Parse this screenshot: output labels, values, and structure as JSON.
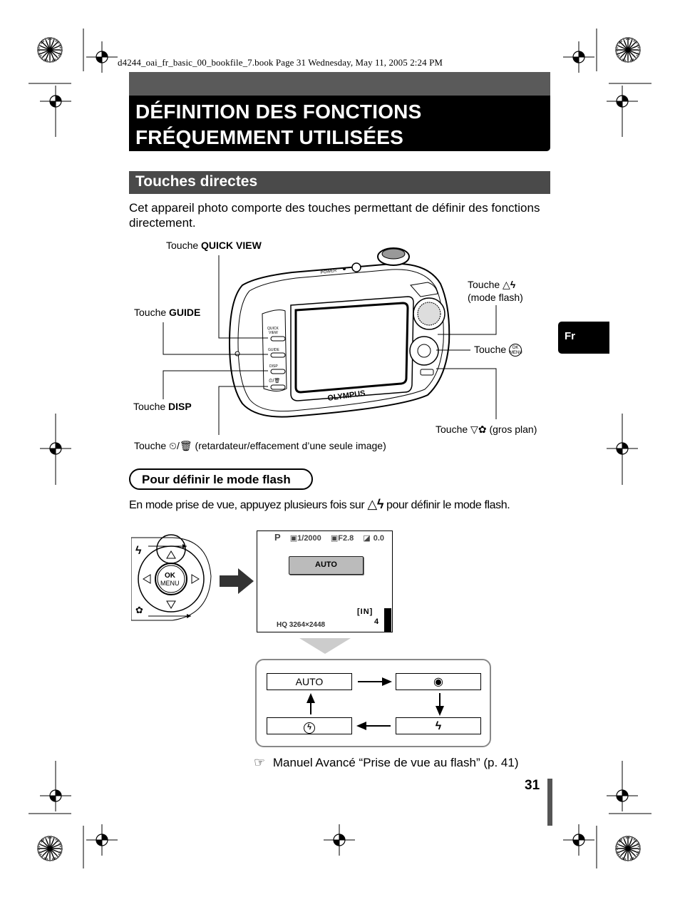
{
  "header": {
    "print_line": "d4244_oai_fr_basic_00_bookfile_7.book  Page 31  Wednesday, May 11, 2005  2:24 PM"
  },
  "title": {
    "line1": "DÉFINITION DES FONCTIONS",
    "line2": "FRÉQUEMMENT UTILISÉES"
  },
  "section": {
    "heading": "Touches directes",
    "intro": "Cet appareil photo comporte des touches permettant de définir des fonctions directement."
  },
  "camera_labels": {
    "prefix": "Touche",
    "quick_view": "QUICK VIEW",
    "guide": "GUIDE",
    "disp": "DISP",
    "flash_line1_suffix": "",
    "flash_line2": "(mode flash)",
    "ok_suffix": "",
    "macro_suffix": "(gros plan)",
    "selftimer_suffix": "(retardateur/effacement d’une seule image)",
    "body_buttons": [
      "QUICK VIEW",
      "GUIDE",
      "DISP"
    ],
    "brand": "OLYMPUS",
    "power": "POWER"
  },
  "subsection": {
    "heading": "Pour définir le mode flash",
    "instr_before": "En mode prise de vue, appuyez plusieurs fois sur",
    "instr_after": "pour définir le mode flash."
  },
  "dial": {
    "ok": "OK",
    "menu": "MENU"
  },
  "lcd": {
    "mode": "P",
    "shutter": "1/2000",
    "aperture": "F2.8",
    "exposure": "0.0",
    "flash_mode": "AUTO",
    "memory": "IN",
    "quality": "HQ 3264×2448",
    "count": "4"
  },
  "cycle": {
    "auto": "AUTO"
  },
  "reference": {
    "text": "Manuel Avancé “Prise de vue au flash” (p. 41)"
  },
  "side_tab": {
    "lang": "Fr"
  },
  "page": {
    "number": "31"
  }
}
